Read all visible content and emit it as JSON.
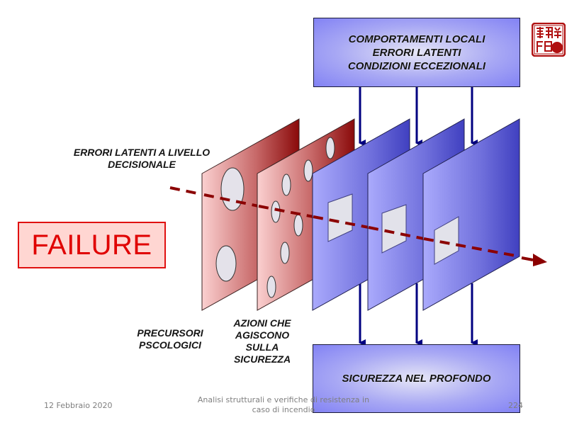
{
  "diagram": {
    "top_box": {
      "lines": [
        "COMPORTAMENTI LOCALI",
        "ERRORI LATENTI",
        "CONDIZIONI ECCEZIONALI"
      ]
    },
    "bottom_box": {
      "lines": [
        "SICUREZZA NEL PROFONDO"
      ]
    },
    "labels": {
      "latent_errors": [
        "ERRORI LATENTI A LIVELLO",
        "DECISIONALE"
      ],
      "precursors": [
        "PRECURSORI",
        "PSCOLOGICI"
      ],
      "actions": [
        "AZIONI CHE",
        "AGISCONO",
        "SULLA",
        "SICUREZZA"
      ]
    },
    "failure_label": "FAILURE",
    "slices": [
      {
        "kind": "red",
        "holes": "large-circles"
      },
      {
        "kind": "red",
        "holes": "small-ellipses"
      },
      {
        "kind": "blue",
        "holes": "square-window"
      },
      {
        "kind": "blue",
        "holes": "square-window"
      },
      {
        "kind": "blue",
        "holes": "square-window"
      }
    ],
    "colors": {
      "red_slice_light": "#fbd0d0",
      "red_slice_dark": "#8a0a0a",
      "blue_slice_light": "#a8a8fc",
      "blue_slice_dark": "#4040c0",
      "hole_fill": "#e4e2ea",
      "trajectory": "#8b0000",
      "connector_arrows": "#000080",
      "failure_text": "#e00000",
      "failure_bg": "#ffd6d2",
      "seal": "#b01010"
    },
    "icons": {
      "seal": "chinese-seal-logo"
    }
  },
  "footer": {
    "date": "12 Febbraio 2020",
    "title_line1": "Analisi strutturali e verifiche di resistenza in",
    "title_line2": "caso di incendio",
    "page": "224"
  }
}
